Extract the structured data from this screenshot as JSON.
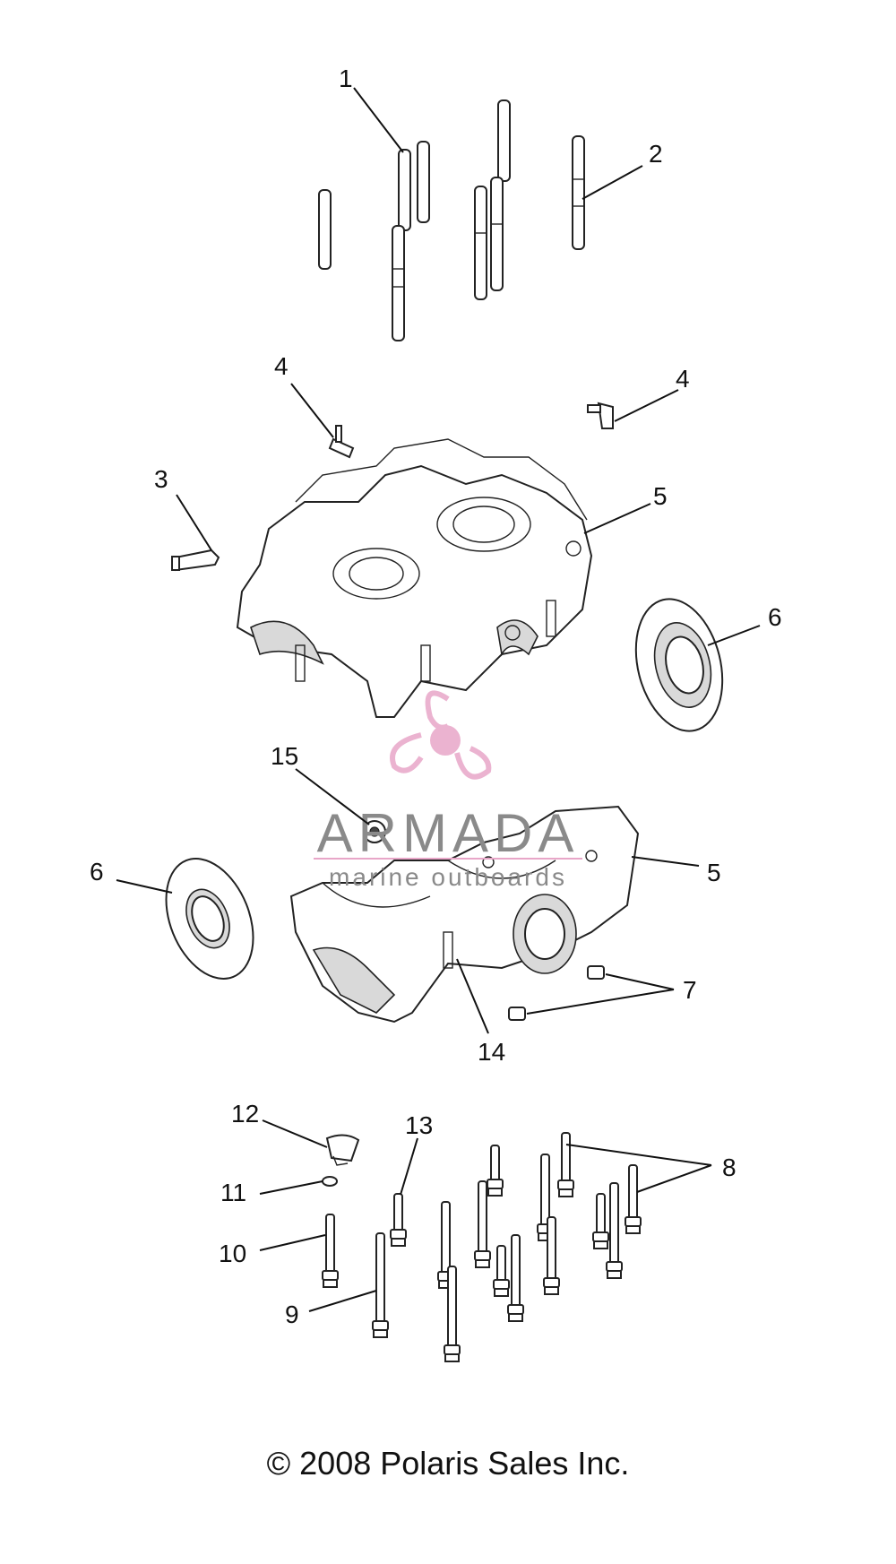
{
  "callouts": {
    "c1": "1",
    "c2": "2",
    "c3": "3",
    "c4a": "4",
    "c4b": "4",
    "c5a": "5",
    "c5b": "5",
    "c6a": "6",
    "c6b": "6",
    "c7": "7",
    "c8": "8",
    "c9": "9",
    "c10": "10",
    "c11": "11",
    "c12": "12",
    "c13": "13",
    "c14": "14",
    "c15": "15"
  },
  "watermark": {
    "brand": "ARMADA",
    "tagline": "marine outboards",
    "logo_color": "#e8a6c8"
  },
  "copyright": "© 2008 Polaris Sales Inc."
}
